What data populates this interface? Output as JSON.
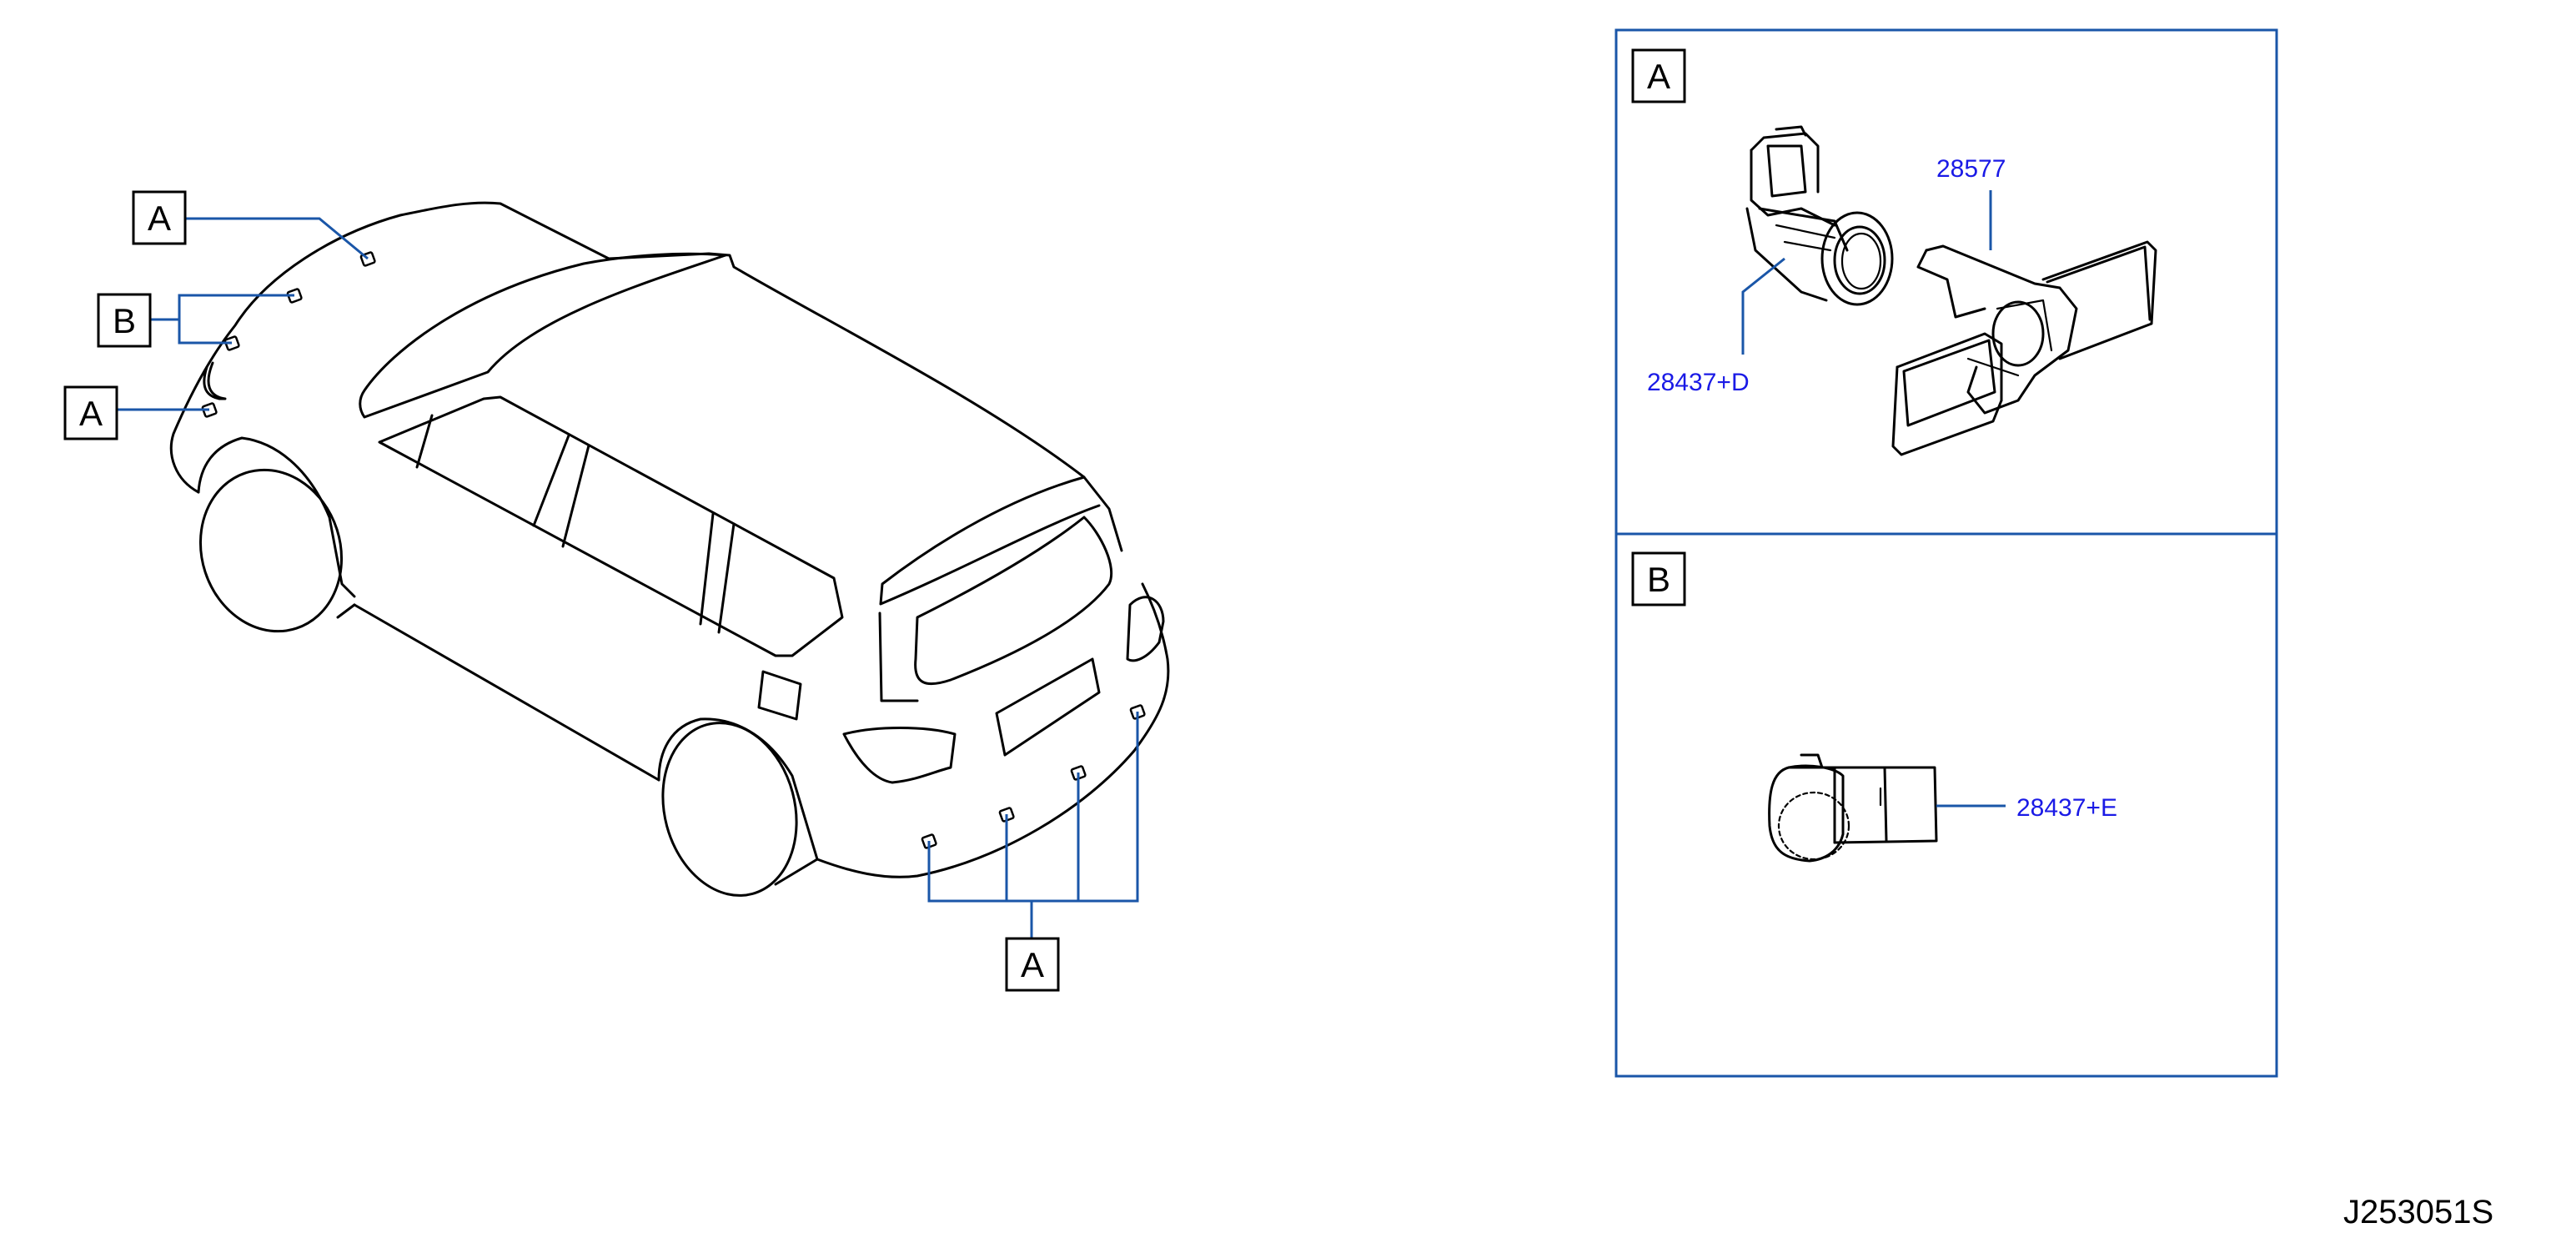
{
  "callouts": {
    "a": "A",
    "b": "B"
  },
  "panels": {
    "a": {
      "label": "A",
      "parts": {
        "sensor": "28437+D",
        "bracket": "28577"
      }
    },
    "b": {
      "label": "B",
      "parts": {
        "sensor": "28437+E"
      }
    }
  },
  "diagram_code": "J253051S",
  "colors": {
    "leader_lines": "#1a56a8",
    "part_numbers": "#1a1ae6",
    "outline": "#000000"
  }
}
